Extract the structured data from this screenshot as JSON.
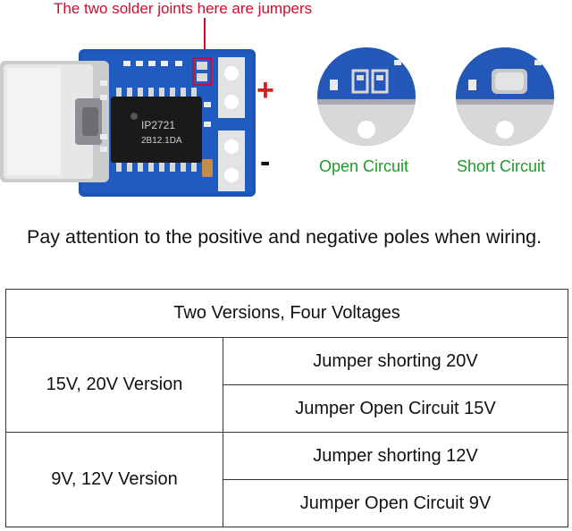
{
  "annotation": "The two solder joints here are jumpers",
  "board": {
    "chip_text_line1": "IP2721",
    "chip_text_line2": "2B12.1DA"
  },
  "poles": {
    "positive": "+",
    "negative": "-"
  },
  "jumper_states": {
    "open_label": "Open Circuit",
    "short_label": "Short Circuit"
  },
  "wiring_note": "Pay attention to the positive and negative poles when wiring.",
  "table": {
    "header": "Two Versions, Four Voltages",
    "groups": [
      {
        "version": "15V, 20V Version",
        "options": [
          "Jumper shorting 20V",
          "Jumper Open Circuit 15V"
        ]
      },
      {
        "version": "9V, 12V Version",
        "options": [
          "Jumper shorting 12V",
          "Jumper Open Circuit 9V"
        ]
      }
    ]
  },
  "colors": {
    "annotation": "#c8102e",
    "caption": "#1e9a2c",
    "pcb": "#1c54b8",
    "positive": "#d21f1f"
  }
}
